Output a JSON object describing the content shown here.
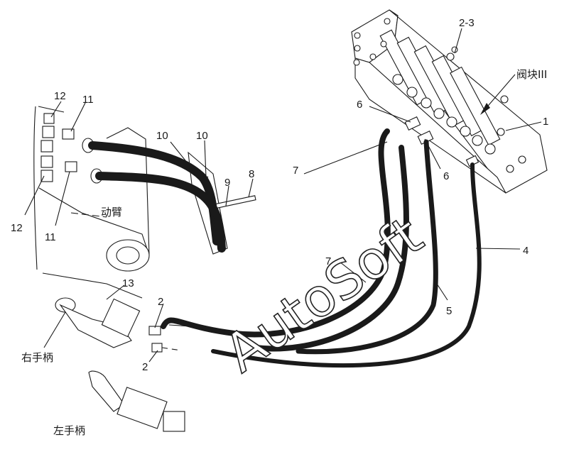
{
  "callouts": {
    "c_2_3": "2-3",
    "c_valve_block": "阀块III",
    "c_1": "1",
    "c_6a": "6",
    "c_6b": "6",
    "c_12a": "12",
    "c_11a": "11",
    "c_10a": "10",
    "c_10b": "10",
    "c_9": "9",
    "c_8": "8",
    "c_7a": "7",
    "c_12b": "12",
    "c_11b": "11",
    "c_boom": "动臂",
    "c_4": "4",
    "c_7b": "7",
    "c_13": "13",
    "c_2a": "2",
    "c_5": "5",
    "c_right_handle": "右手柄",
    "c_2b": "2",
    "c_left_handle": "左手柄"
  },
  "watermark": "AutoSoft",
  "colors": {
    "ink": "#1a1a1a",
    "paper": "#ffffff"
  }
}
